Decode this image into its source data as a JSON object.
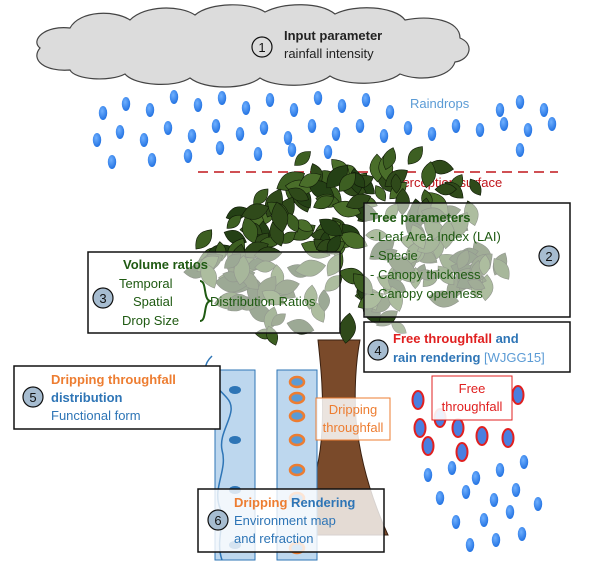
{
  "cloud": {
    "number": "1",
    "title": "Input parameter",
    "subtitle": "rainfall intensity"
  },
  "raindrops_label": "Raindrops",
  "interception_label": "Interception surface",
  "tree_parameters": {
    "number": "2",
    "title": "Tree parameters",
    "items": [
      "- Leaf Area Index (LAI)",
      "- Specie",
      "- Canopy thickness",
      "- Canopy openness"
    ]
  },
  "volume_ratios": {
    "number": "3",
    "title": "Volume ratios",
    "items": [
      "Temporal",
      "Spatial",
      "Drop Size"
    ],
    "distribution": "Distribution Ratios"
  },
  "free_throughfall_box": {
    "number": "4",
    "line1_red": "Free throughfall",
    "line1_blue": " and",
    "line2_blue": "rain rendering",
    "line2_cite": " [WJGG15]"
  },
  "dripping_distribution": {
    "number": "5",
    "line1": "Dripping throughfall",
    "line2": "distribution",
    "line3": "Functional form"
  },
  "dripping_rendering": {
    "number": "6",
    "line1_orange": "Dripping",
    "line1_blue": " Rendering",
    "line2": "Environment map",
    "line3": "and refraction"
  },
  "dripping_label": [
    "Dripping",
    "throughfall"
  ],
  "free_label": [
    "Free",
    "throughfall"
  ],
  "colors": {
    "dark_green": "#1f5a12",
    "blue": "#2e75b6",
    "light_blue": "#5b9bd5",
    "orange": "#ed7d31",
    "red": "#e02020",
    "dark_red": "#c0161c",
    "cloud_fill": "#dcdcdc",
    "column_fill": "#bdd7ee",
    "trunk": "#7a4a2a",
    "foliage": "#2f4a1a",
    "circle_fill": "#a6bcd0"
  }
}
